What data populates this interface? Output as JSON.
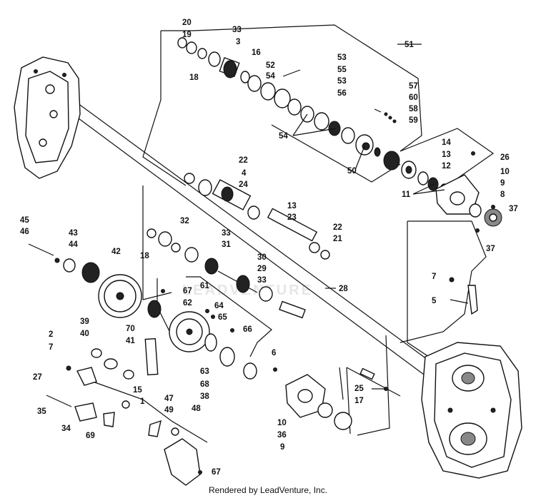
{
  "footer": {
    "credit": "Rendered by LeadVenture, Inc."
  },
  "watermark": {
    "text": "LEADVENTURE"
  },
  "callouts": [
    "20",
    "19",
    "18",
    "33",
    "3",
    "16",
    "52",
    "54",
    "53",
    "55",
    "53",
    "56",
    "51",
    "57",
    "60",
    "58",
    "59",
    "54",
    "14",
    "13",
    "50",
    "12",
    "26",
    "10",
    "9",
    "8",
    "11",
    "37",
    "37",
    "22",
    "4",
    "24",
    "13",
    "23",
    "22",
    "21",
    "32",
    "18",
    "33",
    "31",
    "30",
    "29",
    "33",
    "28",
    "45",
    "46",
    "43",
    "44",
    "42",
    "67",
    "61",
    "62",
    "64",
    "65",
    "66",
    "70",
    "39",
    "40",
    "41",
    "2",
    "7",
    "27",
    "15",
    "6",
    "63",
    "68",
    "38",
    "25",
    "17",
    "47",
    "1",
    "49",
    "48",
    "35",
    "34",
    "69",
    "10",
    "36",
    "9",
    "67",
    "7",
    "5"
  ]
}
